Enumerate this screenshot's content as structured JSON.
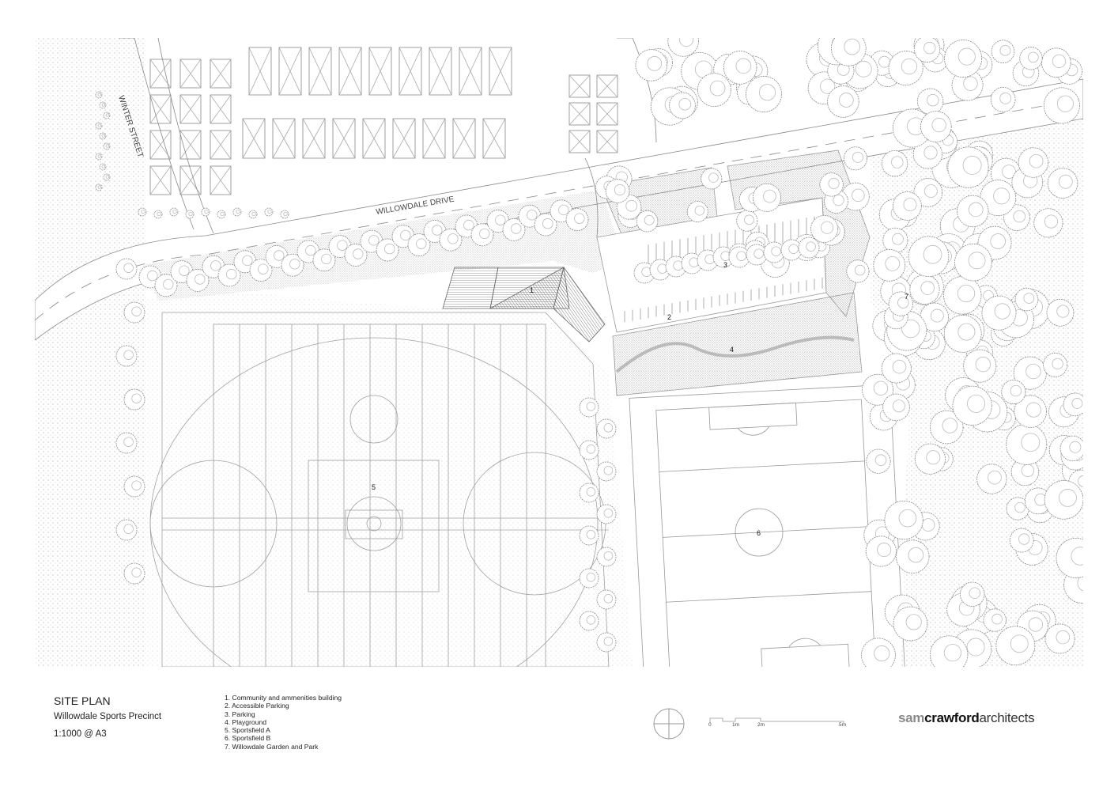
{
  "plan": {
    "street_labels": {
      "winter": "WINTER STREET",
      "willowdale": "WILLOWDALE DRIVE"
    },
    "area_labels": [
      "1",
      "2",
      "3",
      "4",
      "5",
      "6",
      "7"
    ]
  },
  "title_block": {
    "title": "SITE PLAN",
    "project": "Willowdale Sports Precinct",
    "scale": "1:1000 @ A3"
  },
  "legend": [
    "1.  Community and ammenities building",
    "2. Accessible Parking",
    "3. Parking",
    "4. Playground",
    "5. Sportsfield A",
    "6. Sportsfield B",
    "7. Willowdale Garden and Park"
  ],
  "scale_bar": {
    "ticks": [
      "0",
      "1m",
      "2m",
      "5m"
    ]
  },
  "logo": {
    "part1": "sam",
    "part2": "crawford",
    "part3": "architects"
  },
  "icons": {
    "north": "north-point-icon",
    "tree": "tree-icon"
  },
  "colors": {
    "line": "#9a9a9a",
    "stipple": "#b8b8b8",
    "roof": "#8c8c8c"
  }
}
